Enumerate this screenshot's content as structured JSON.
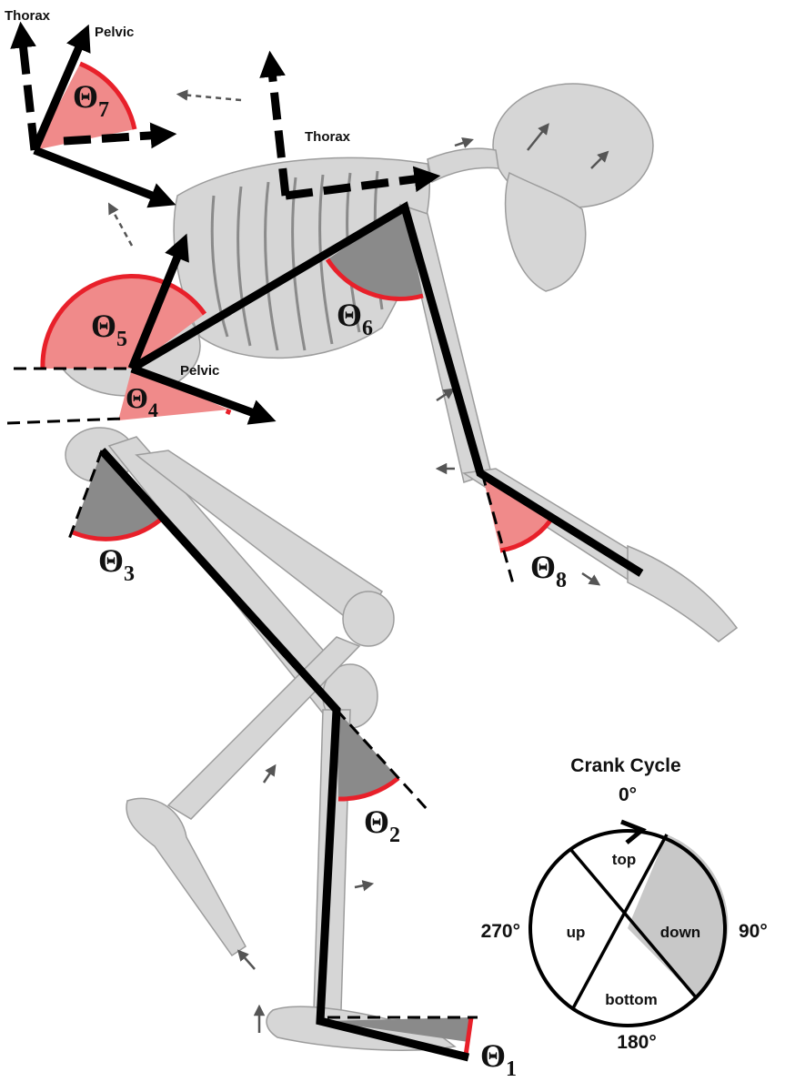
{
  "colors": {
    "bone": "#d4d4d4",
    "bone_edge": "#9a9a9a",
    "segment": "#000000",
    "angle_fill_red": "#f08a8a",
    "angle_fill_gray": "#8a8a8a",
    "angle_arc": "#e8202a",
    "phase_down_fill": "#c8c8c8"
  },
  "frames": {
    "thorax_left": "Thorax",
    "pelvic_left": "Pelvic",
    "thorax_upper": "Thorax",
    "pelvic_hip": "Pelvic"
  },
  "angles": {
    "t1": {
      "symbol": "Θ",
      "sub": "1"
    },
    "t2": {
      "symbol": "Θ",
      "sub": "2"
    },
    "t3": {
      "symbol": "Θ",
      "sub": "3"
    },
    "t4": {
      "symbol": "Θ",
      "sub": "4"
    },
    "t5": {
      "symbol": "Θ",
      "sub": "5"
    },
    "t6": {
      "symbol": "Θ",
      "sub": "6"
    },
    "t7": {
      "symbol": "Θ",
      "sub": "7"
    },
    "t8": {
      "symbol": "Θ",
      "sub": "8"
    }
  },
  "crank_cycle": {
    "title": "Crank Cycle",
    "deg_0": "0°",
    "deg_90": "90°",
    "deg_180": "180°",
    "deg_270": "270°",
    "phases": {
      "top": "top",
      "down": "down",
      "bottom": "bottom",
      "up": "up"
    }
  }
}
